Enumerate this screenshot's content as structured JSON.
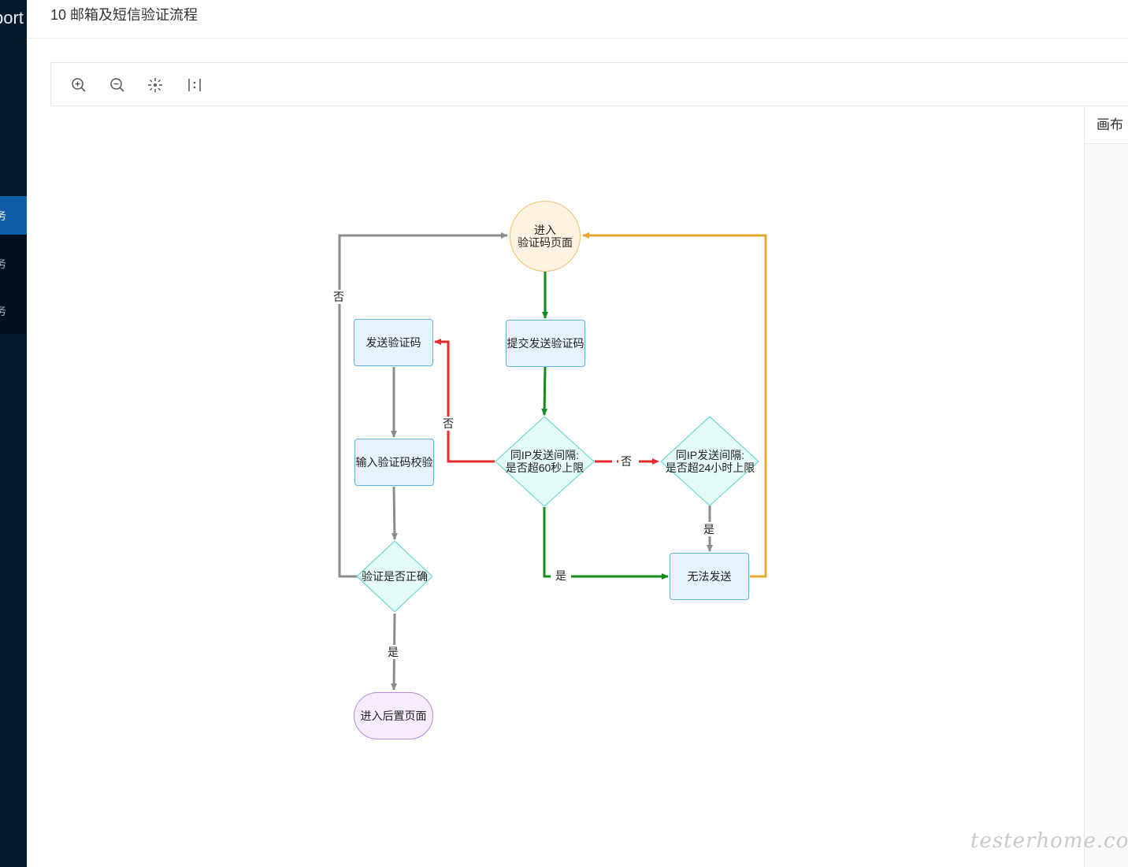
{
  "sidebar": {
    "brand": "port",
    "items": [
      {
        "label": "务",
        "active": true
      },
      {
        "label": "务",
        "active": false
      },
      {
        "label": "务",
        "active": false
      }
    ]
  },
  "header": {
    "title": "10 邮箱及短信验证流程"
  },
  "toolbar": {
    "buttons": [
      {
        "icon": "zoom-in-icon"
      },
      {
        "icon": "zoom-out-icon"
      },
      {
        "icon": "fit-view-icon"
      },
      {
        "icon": "actual-size-icon"
      }
    ]
  },
  "right_panel": {
    "tab": "画布"
  },
  "flow": {
    "nodes": {
      "start": "进入\n验证码页面",
      "submit": "提交发送验证码",
      "check60": "同IP发送间隔:\n是否超60秒上限",
      "check24": "同IP发送间隔:\n是否超24小时上限",
      "send": "发送验证码",
      "input": "输入验证码校验",
      "verify": "验证是否正确",
      "cannot_send": "无法发送",
      "next_page": "进入后置页面"
    },
    "edge_labels": {
      "verify_no": "否",
      "check60_no_left": "否",
      "check60_no_right": "否",
      "check24_yes": "是",
      "check60_yes": "是",
      "verify_yes": "是"
    },
    "colors": {
      "gray": "#8c8c8c",
      "green": "#188a1c",
      "red": "#e42a2a",
      "orange": "#e3a834",
      "diamond_fill": "#e4fbf8",
      "diamond_stroke": "#6fd9d2"
    }
  },
  "watermark": "testerhome.com"
}
